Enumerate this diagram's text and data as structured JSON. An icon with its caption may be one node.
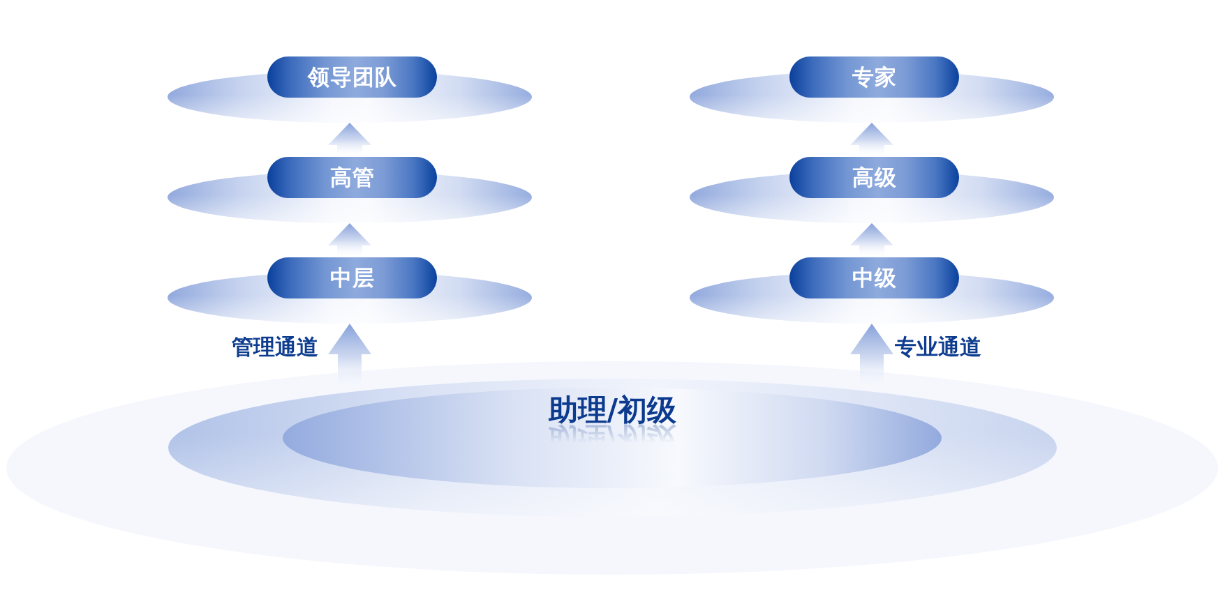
{
  "diagram": {
    "nodes": [
      {
        "text": [
          "领导团队"
        ]
      },
      {
        "text": [
          "高管"
        ]
      },
      {
        "text": [
          "中层"
        ]
      },
      {
        "text": [
          "专家"
        ]
      },
      {
        "text": [
          "高级"
        ]
      },
      {
        "text": [
          "中级"
        ]
      },
      {
        "text": [
          "助理/初级"
        ]
      }
    ],
    "edges": [
      {
        "from": 1,
        "to": 0,
        "arrow": "to"
      },
      {
        "from": 2,
        "to": 1,
        "arrow": "to"
      },
      {
        "from": 4,
        "to": 3,
        "arrow": "to"
      },
      {
        "from": 5,
        "to": 4,
        "arrow": "to"
      },
      {
        "from": 6,
        "to": 2,
        "arrow": "to",
        "label": "管理通道"
      },
      {
        "from": 6,
        "to": 5,
        "arrow": "to",
        "label": "专业通道"
      }
    ]
  }
}
